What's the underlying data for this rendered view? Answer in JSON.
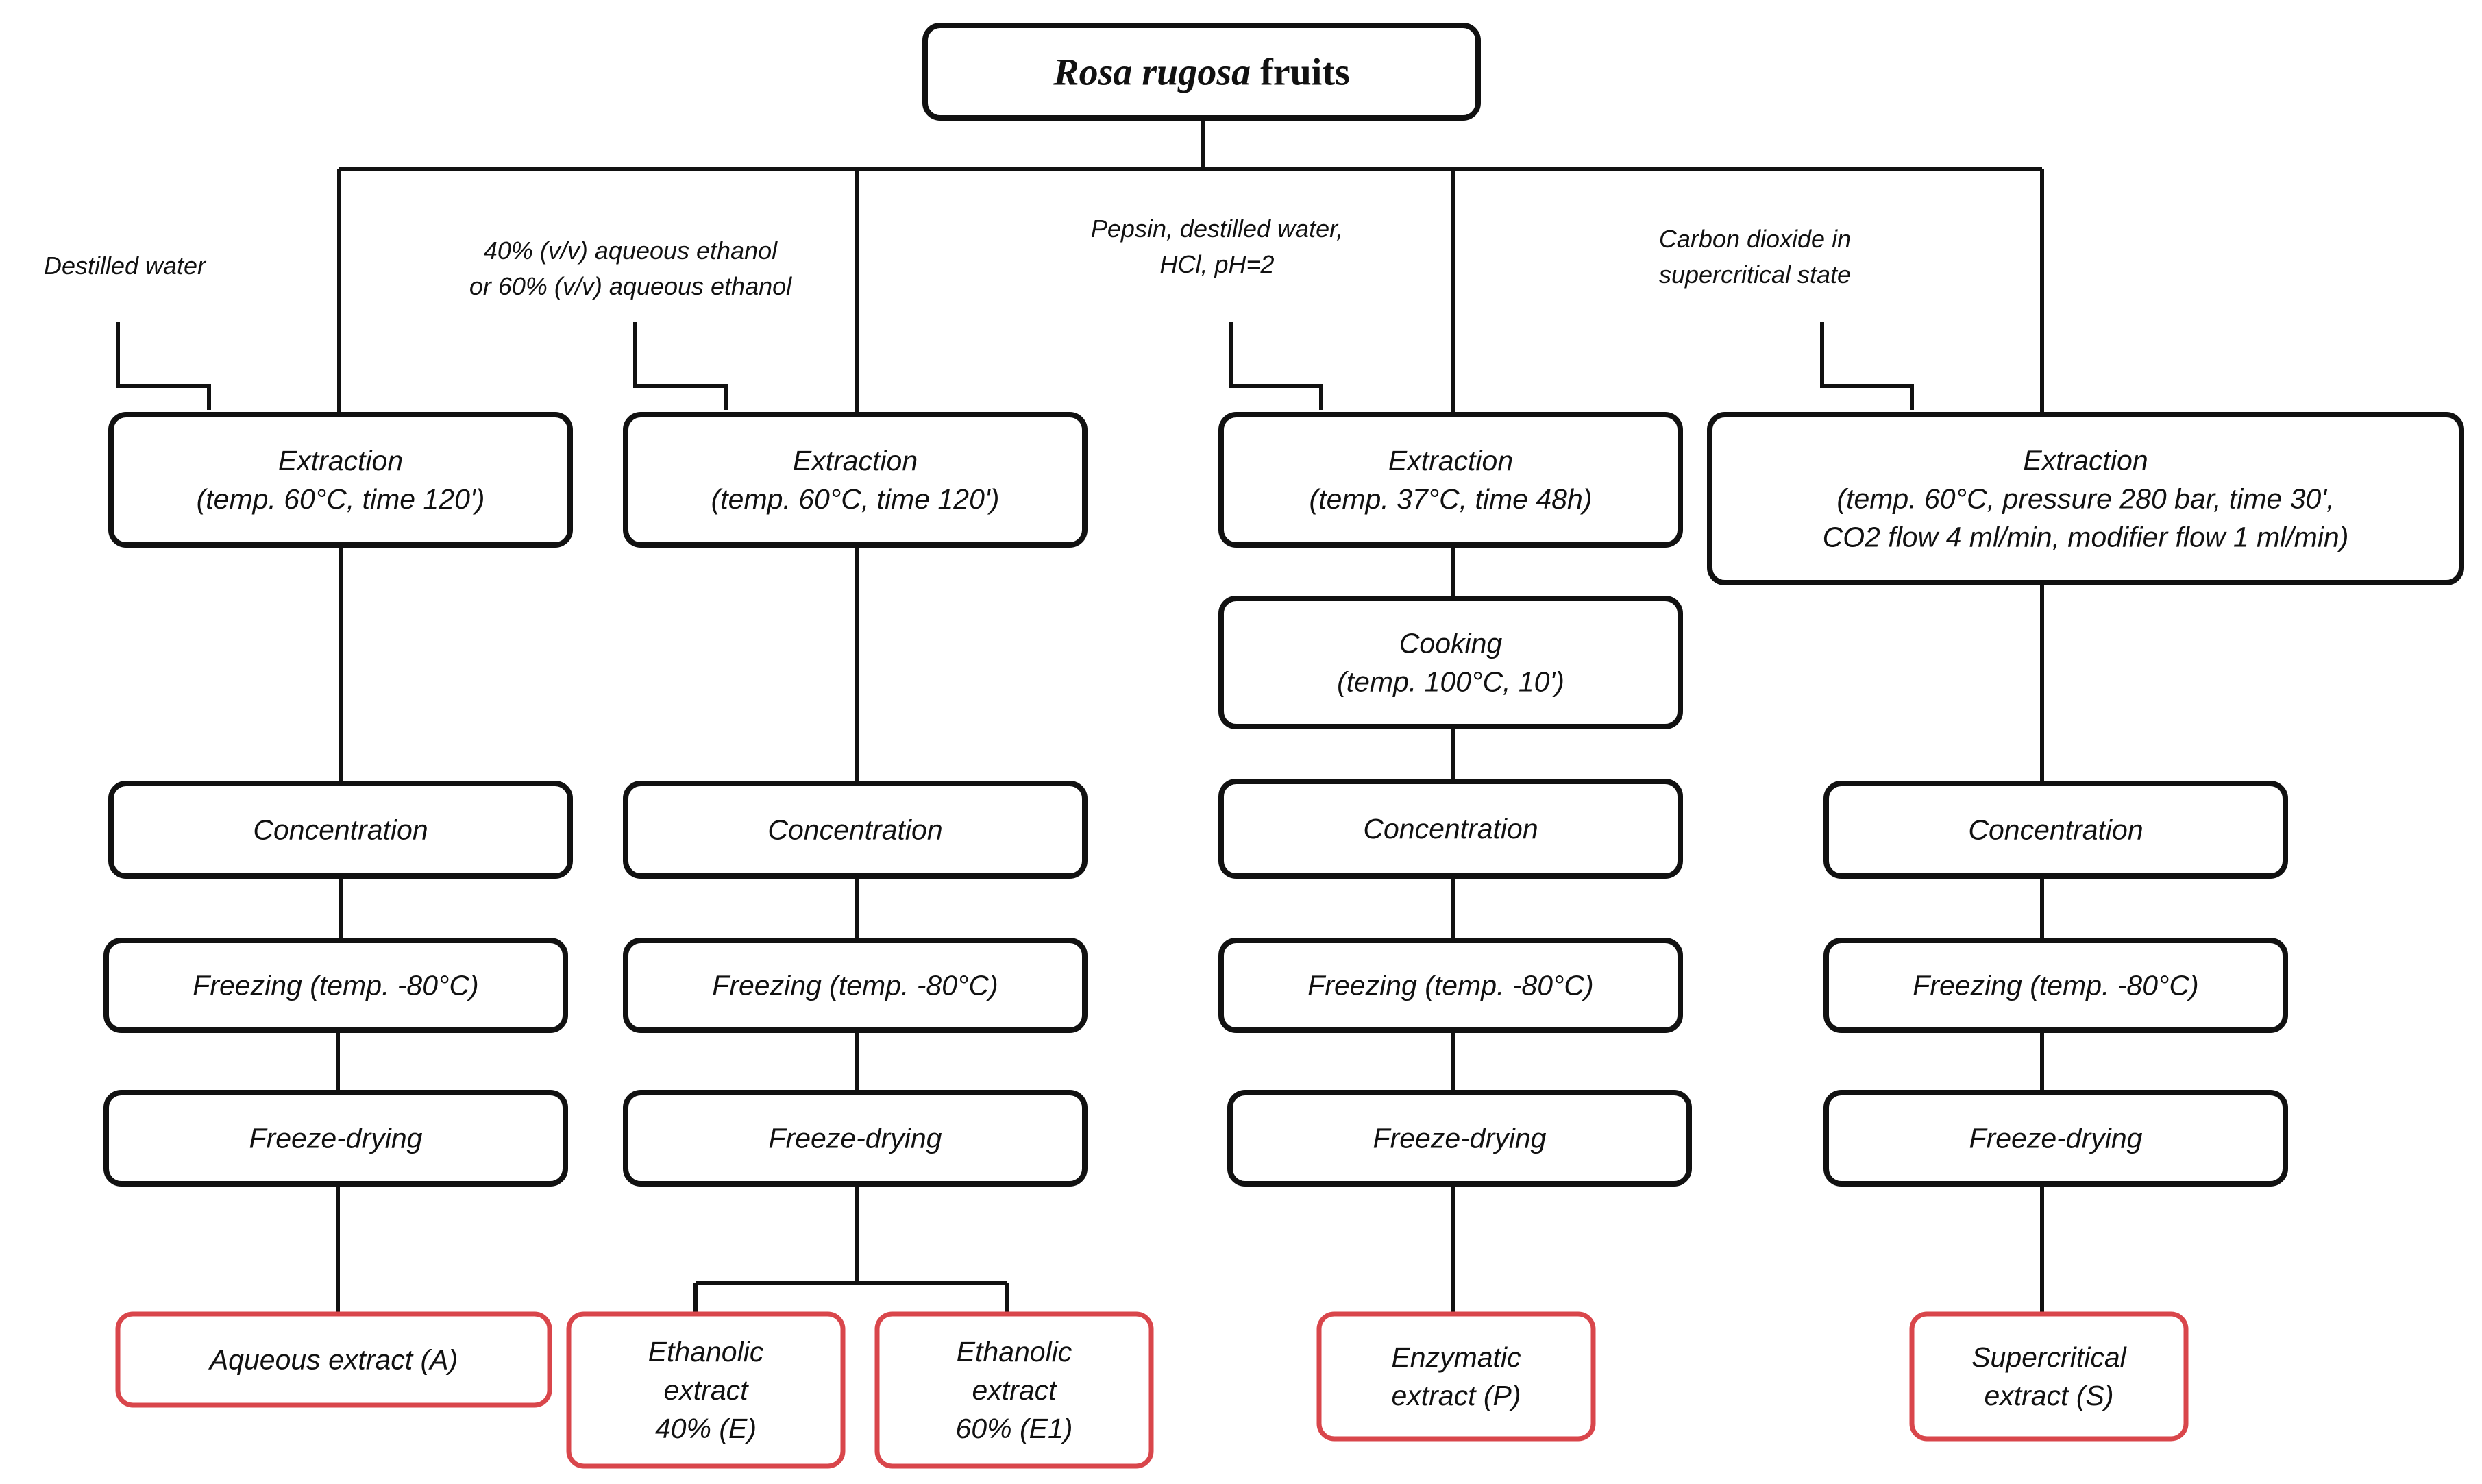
{
  "title": {
    "species": "Rosa rugosa",
    "rest": " fruits"
  },
  "reagents": {
    "water": [
      "Destilled water"
    ],
    "ethanol": [
      "40% (v/v) aqueous ethanol",
      "or 60% (v/v) aqueous ethanol"
    ],
    "pepsin": [
      "Pepsin, destilled water,",
      "HCl, pH=2"
    ],
    "co2": [
      "Carbon dioxide in",
      "supercritical state"
    ]
  },
  "steps": {
    "extraction_a": [
      "Extraction",
      "(temp. 60°C, time 120')"
    ],
    "extraction_e": [
      "Extraction",
      "(temp. 60°C, time 120')"
    ],
    "extraction_p": [
      "Extraction",
      "(temp. 37°C, time 48h)"
    ],
    "extraction_s": [
      "Extraction",
      "(temp. 60°C, pressure 280 bar, time 30',",
      "CO2 flow 4 ml/min, modifier flow 1 ml/min)"
    ],
    "cooking": [
      "Cooking",
      "(temp. 100°C, 10')"
    ],
    "concentration": [
      "Concentration"
    ],
    "freezing": [
      "Freezing (temp. -80°C)"
    ],
    "freeze_drying": [
      "Freeze-drying"
    ]
  },
  "products": {
    "aqueous": [
      "Aqueous extract (A)"
    ],
    "ethanolic40": [
      "Ethanolic",
      "extract",
      "40% (E)"
    ],
    "ethanolic60": [
      "Ethanolic",
      "extract",
      "60% (E1)"
    ],
    "enzymatic": [
      "Enzymatic",
      "extract (P)"
    ],
    "supercritical": [
      "Supercritical",
      "extract (S)"
    ]
  },
  "colors": {
    "box_stroke": "#111111",
    "product_stroke": "#d9464b",
    "line": "#111111"
  }
}
